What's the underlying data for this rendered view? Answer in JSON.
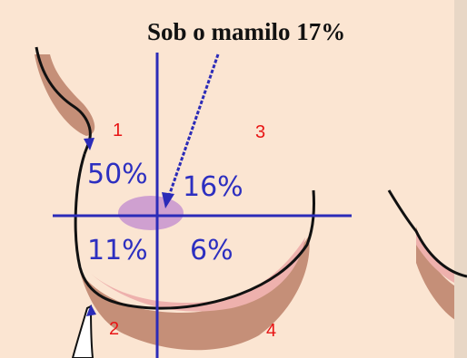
{
  "annotation": "Sob o mamilo 17%",
  "quadrant_labels": [
    "1",
    "2",
    "3",
    "4"
  ],
  "percentages": {
    "upper_outer": "50%",
    "upper_inner": "16%",
    "lower_outer": "11%",
    "lower_inner": "6%"
  },
  "colors": {
    "skin": "#fbe5d2",
    "shadow": "#c58f78",
    "shadow_pink": "#eeb1ad",
    "areola": "#cfa0d0",
    "outline": "#111111",
    "axes": "#2b2bb8",
    "percent_text": "#2d2fc0",
    "quadrant_text": "#e81515"
  }
}
